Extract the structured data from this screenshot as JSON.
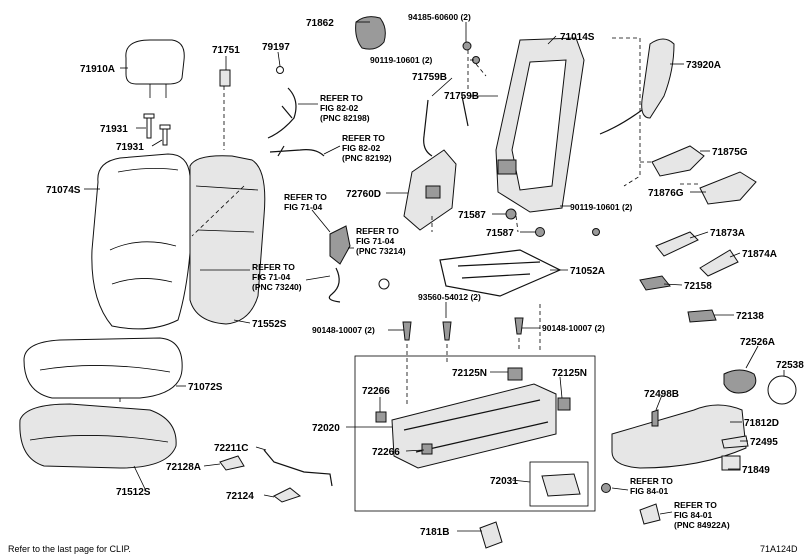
{
  "parts": [
    {
      "id": "71910A"
    },
    {
      "id": "71751"
    },
    {
      "id": "79197"
    },
    {
      "id": "71862"
    },
    {
      "id": "94185-60600 (2)"
    },
    {
      "id": "71014S"
    },
    {
      "id": "73920A"
    },
    {
      "id": "90119-10601 (2)"
    },
    {
      "id": "71759B"
    },
    {
      "id": "71759B"
    },
    {
      "id": "71931"
    },
    {
      "id": "71931"
    },
    {
      "id": "71074S"
    },
    {
      "id": "72760D"
    },
    {
      "id": "71875G"
    },
    {
      "id": "71876G"
    },
    {
      "id": "71587"
    },
    {
      "id": "90119-10601 (2)"
    },
    {
      "id": "71587"
    },
    {
      "id": "71873A"
    },
    {
      "id": "71874A"
    },
    {
      "id": "71052A"
    },
    {
      "id": "72158"
    },
    {
      "id": "93560-54012 (2)"
    },
    {
      "id": "71552S"
    },
    {
      "id": "72138"
    },
    {
      "id": "90148-10007 (2)"
    },
    {
      "id": "90148-10007 (2)"
    },
    {
      "id": "72526A"
    },
    {
      "id": "72538"
    },
    {
      "id": "71072S"
    },
    {
      "id": "72125N"
    },
    {
      "id": "72266"
    },
    {
      "id": "72125N"
    },
    {
      "id": "72498B"
    },
    {
      "id": "71812D"
    },
    {
      "id": "72020"
    },
    {
      "id": "72211C"
    },
    {
      "id": "72266"
    },
    {
      "id": "72495"
    },
    {
      "id": "72128A"
    },
    {
      "id": "71849"
    },
    {
      "id": "71512S"
    },
    {
      "id": "72031"
    },
    {
      "id": "72124"
    },
    {
      "id": "7181B"
    }
  ],
  "refs": [
    {
      "lines": [
        "REFER TO",
        "FIG 82-02",
        "(PNC 82198)"
      ]
    },
    {
      "lines": [
        "REFER TO",
        "FIG 82-02",
        "(PNC 82192)"
      ]
    },
    {
      "lines": [
        "REFER TO",
        "FIG 71-04"
      ]
    },
    {
      "lines": [
        "REFER TO",
        "FIG 71-04",
        "(PNC 73214)"
      ]
    },
    {
      "lines": [
        "REFER TO",
        "FIG 71-04",
        "(PNC 73240)"
      ]
    },
    {
      "lines": [
        "REFER TO",
        "FIG 84-01"
      ]
    },
    {
      "lines": [
        "REFER TO",
        "FIG 84-01",
        "(PNC 84922A)"
      ]
    }
  ],
  "footer": {
    "note": "Refer to the last page for CLIP.",
    "figure_code": "71A124D"
  }
}
